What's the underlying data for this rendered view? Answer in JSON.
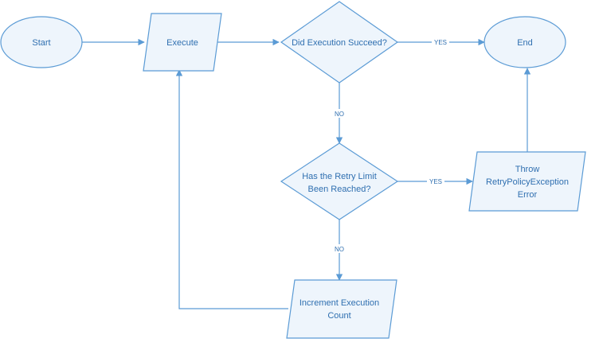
{
  "nodes": {
    "start": {
      "lines": [
        "Start"
      ]
    },
    "execute": {
      "lines": [
        "Execute"
      ]
    },
    "succeed_check": {
      "lines": [
        "Did Execution Succeed?"
      ]
    },
    "end": {
      "lines": [
        "End"
      ]
    },
    "retry_check": {
      "lines": [
        "Has the Retry Limit",
        "Been Reached?"
      ]
    },
    "throw_error": {
      "lines": [
        "Throw",
        "RetryPolicyException",
        "Error"
      ]
    },
    "increment": {
      "lines": [
        "Increment Execution",
        "Count"
      ]
    }
  },
  "edges": {
    "succeed_yes": "YES",
    "succeed_no": "NO",
    "retry_yes": "YES",
    "retry_no": "NO"
  },
  "colors": {
    "stroke": "#5b9bd5",
    "fill": "#eef5fc",
    "text": "#2f6fb0"
  }
}
